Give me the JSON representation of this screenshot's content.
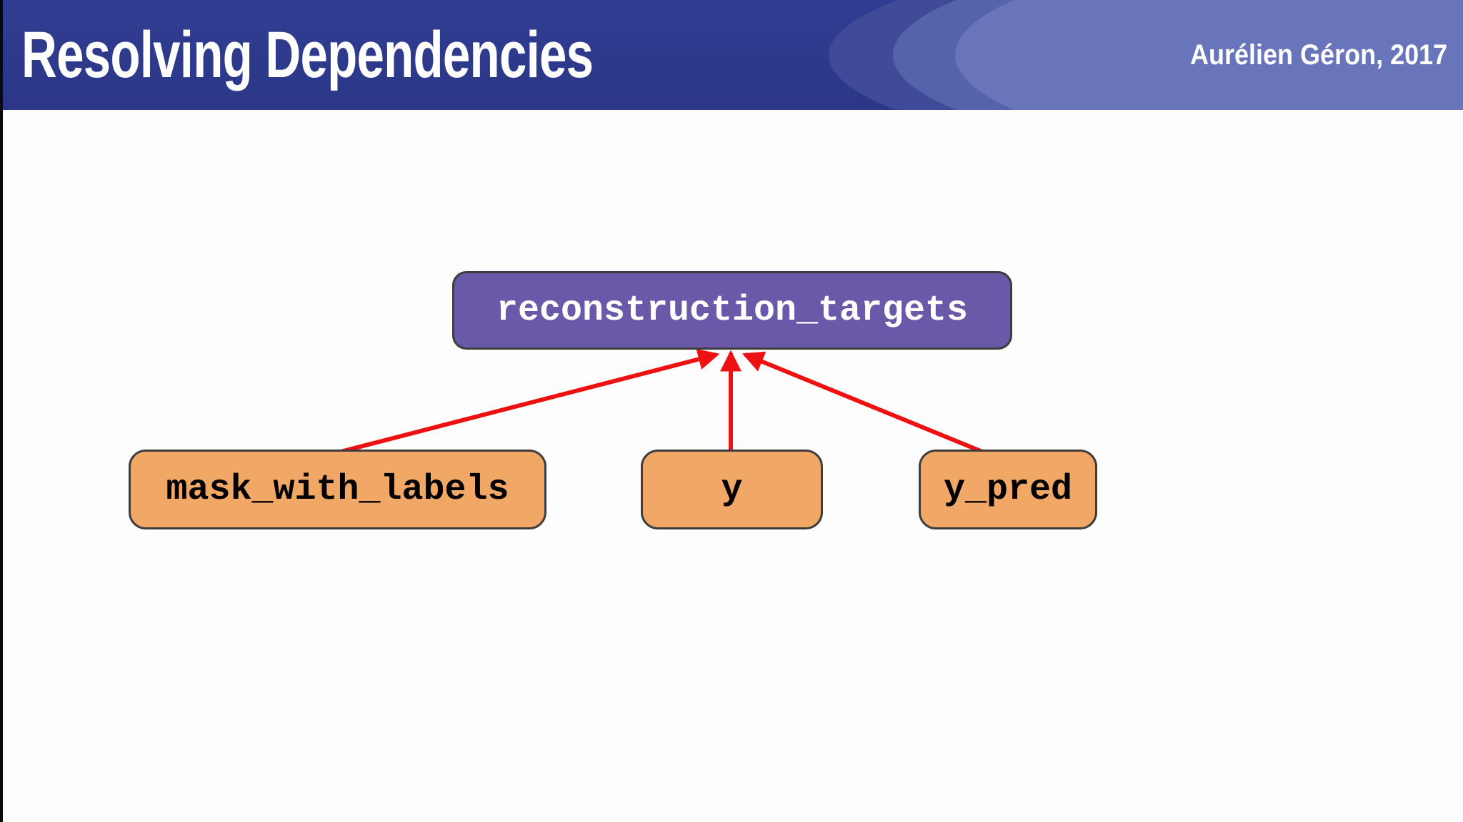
{
  "slide": {
    "title": "Resolving Dependencies",
    "credit": "Aurélien Géron, 2017",
    "background_color": "#FDFDFD",
    "banner_color": "#2C3A8C",
    "banner_ellipse_colors": [
      "#3F4B99",
      "#5563AA",
      "#6875BB"
    ]
  },
  "diagram": {
    "type": "dependency-graph",
    "arrow_color": "#ee1111",
    "target_node": {
      "label": "reconstruction_targets",
      "fill": "#6A58A8",
      "text_color": "#FFFFFF"
    },
    "source_nodes": [
      {
        "label": "mask_with_labels",
        "fill": "#F1A765",
        "text_color": "#000000"
      },
      {
        "label": "y",
        "fill": "#F1A765",
        "text_color": "#000000"
      },
      {
        "label": "y_pred",
        "fill": "#F1A765",
        "text_color": "#000000"
      }
    ],
    "edges": [
      {
        "from": "mask_with_labels",
        "to": "reconstruction_targets"
      },
      {
        "from": "y",
        "to": "reconstruction_targets"
      },
      {
        "from": "y_pred",
        "to": "reconstruction_targets"
      }
    ]
  }
}
